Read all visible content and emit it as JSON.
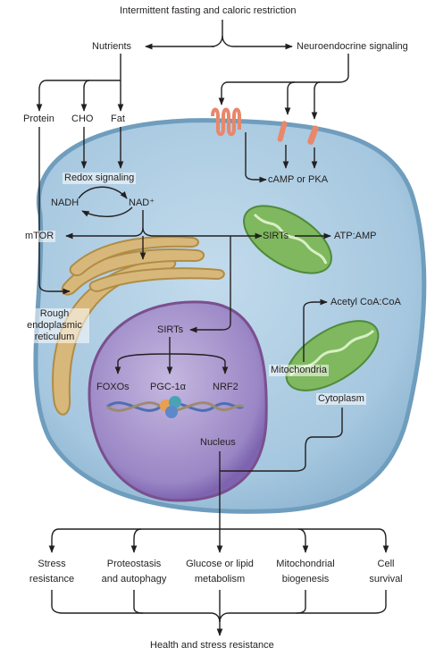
{
  "top": {
    "title": "Intermittent fasting and caloric restriction",
    "nutrients": "Nutrients",
    "neuroendocrine": "Neuroendocrine signaling"
  },
  "inputs": {
    "protein": "Protein",
    "cho": "CHO",
    "fat": "Fat"
  },
  "cell": {
    "redox": "Redox signaling",
    "nadh": "NADH",
    "nad_plus": "NAD⁺",
    "mtor": "mTOR",
    "sirts_cyto": "SIRTs",
    "atp_amp": "ATP:AMP",
    "camp_pka": "cAMP or PKA",
    "acetyl_coa": "Acetyl CoA:CoA",
    "er_line1": "Rough",
    "er_line2": "endoplasmic",
    "er_line3": "reticulum",
    "sirts_nucleus": "SIRTs",
    "foxos": "FOXOs",
    "pgc1a": "PGC-1α",
    "nrf2": "NRF2",
    "nucleus": "Nucleus",
    "mitochondria": "Mitochondria",
    "cytoplasm": "Cytoplasm"
  },
  "outcomes": [
    {
      "line1": "Stress",
      "line2": "resistance"
    },
    {
      "line1": "Proteostasis",
      "line2": "and autophagy"
    },
    {
      "line1": "Glucose or lipid",
      "line2": "metabolism"
    },
    {
      "line1": "Mitochondrial",
      "line2": "biogenesis"
    },
    {
      "line1": "Cell",
      "line2": "survival"
    }
  ],
  "bottom": "Health and stress resistance",
  "colors": {
    "cell_fill": "#a9cbe2",
    "cell_stroke": "#6f9dbd",
    "nucleus_fill": "#9b86c6",
    "nucleus_stroke": "#7b4f8e",
    "er_fill": "#d8b87a",
    "mito_fill": "#7fb85f",
    "receptor": "#e8876a",
    "arrow": "#231f20"
  }
}
